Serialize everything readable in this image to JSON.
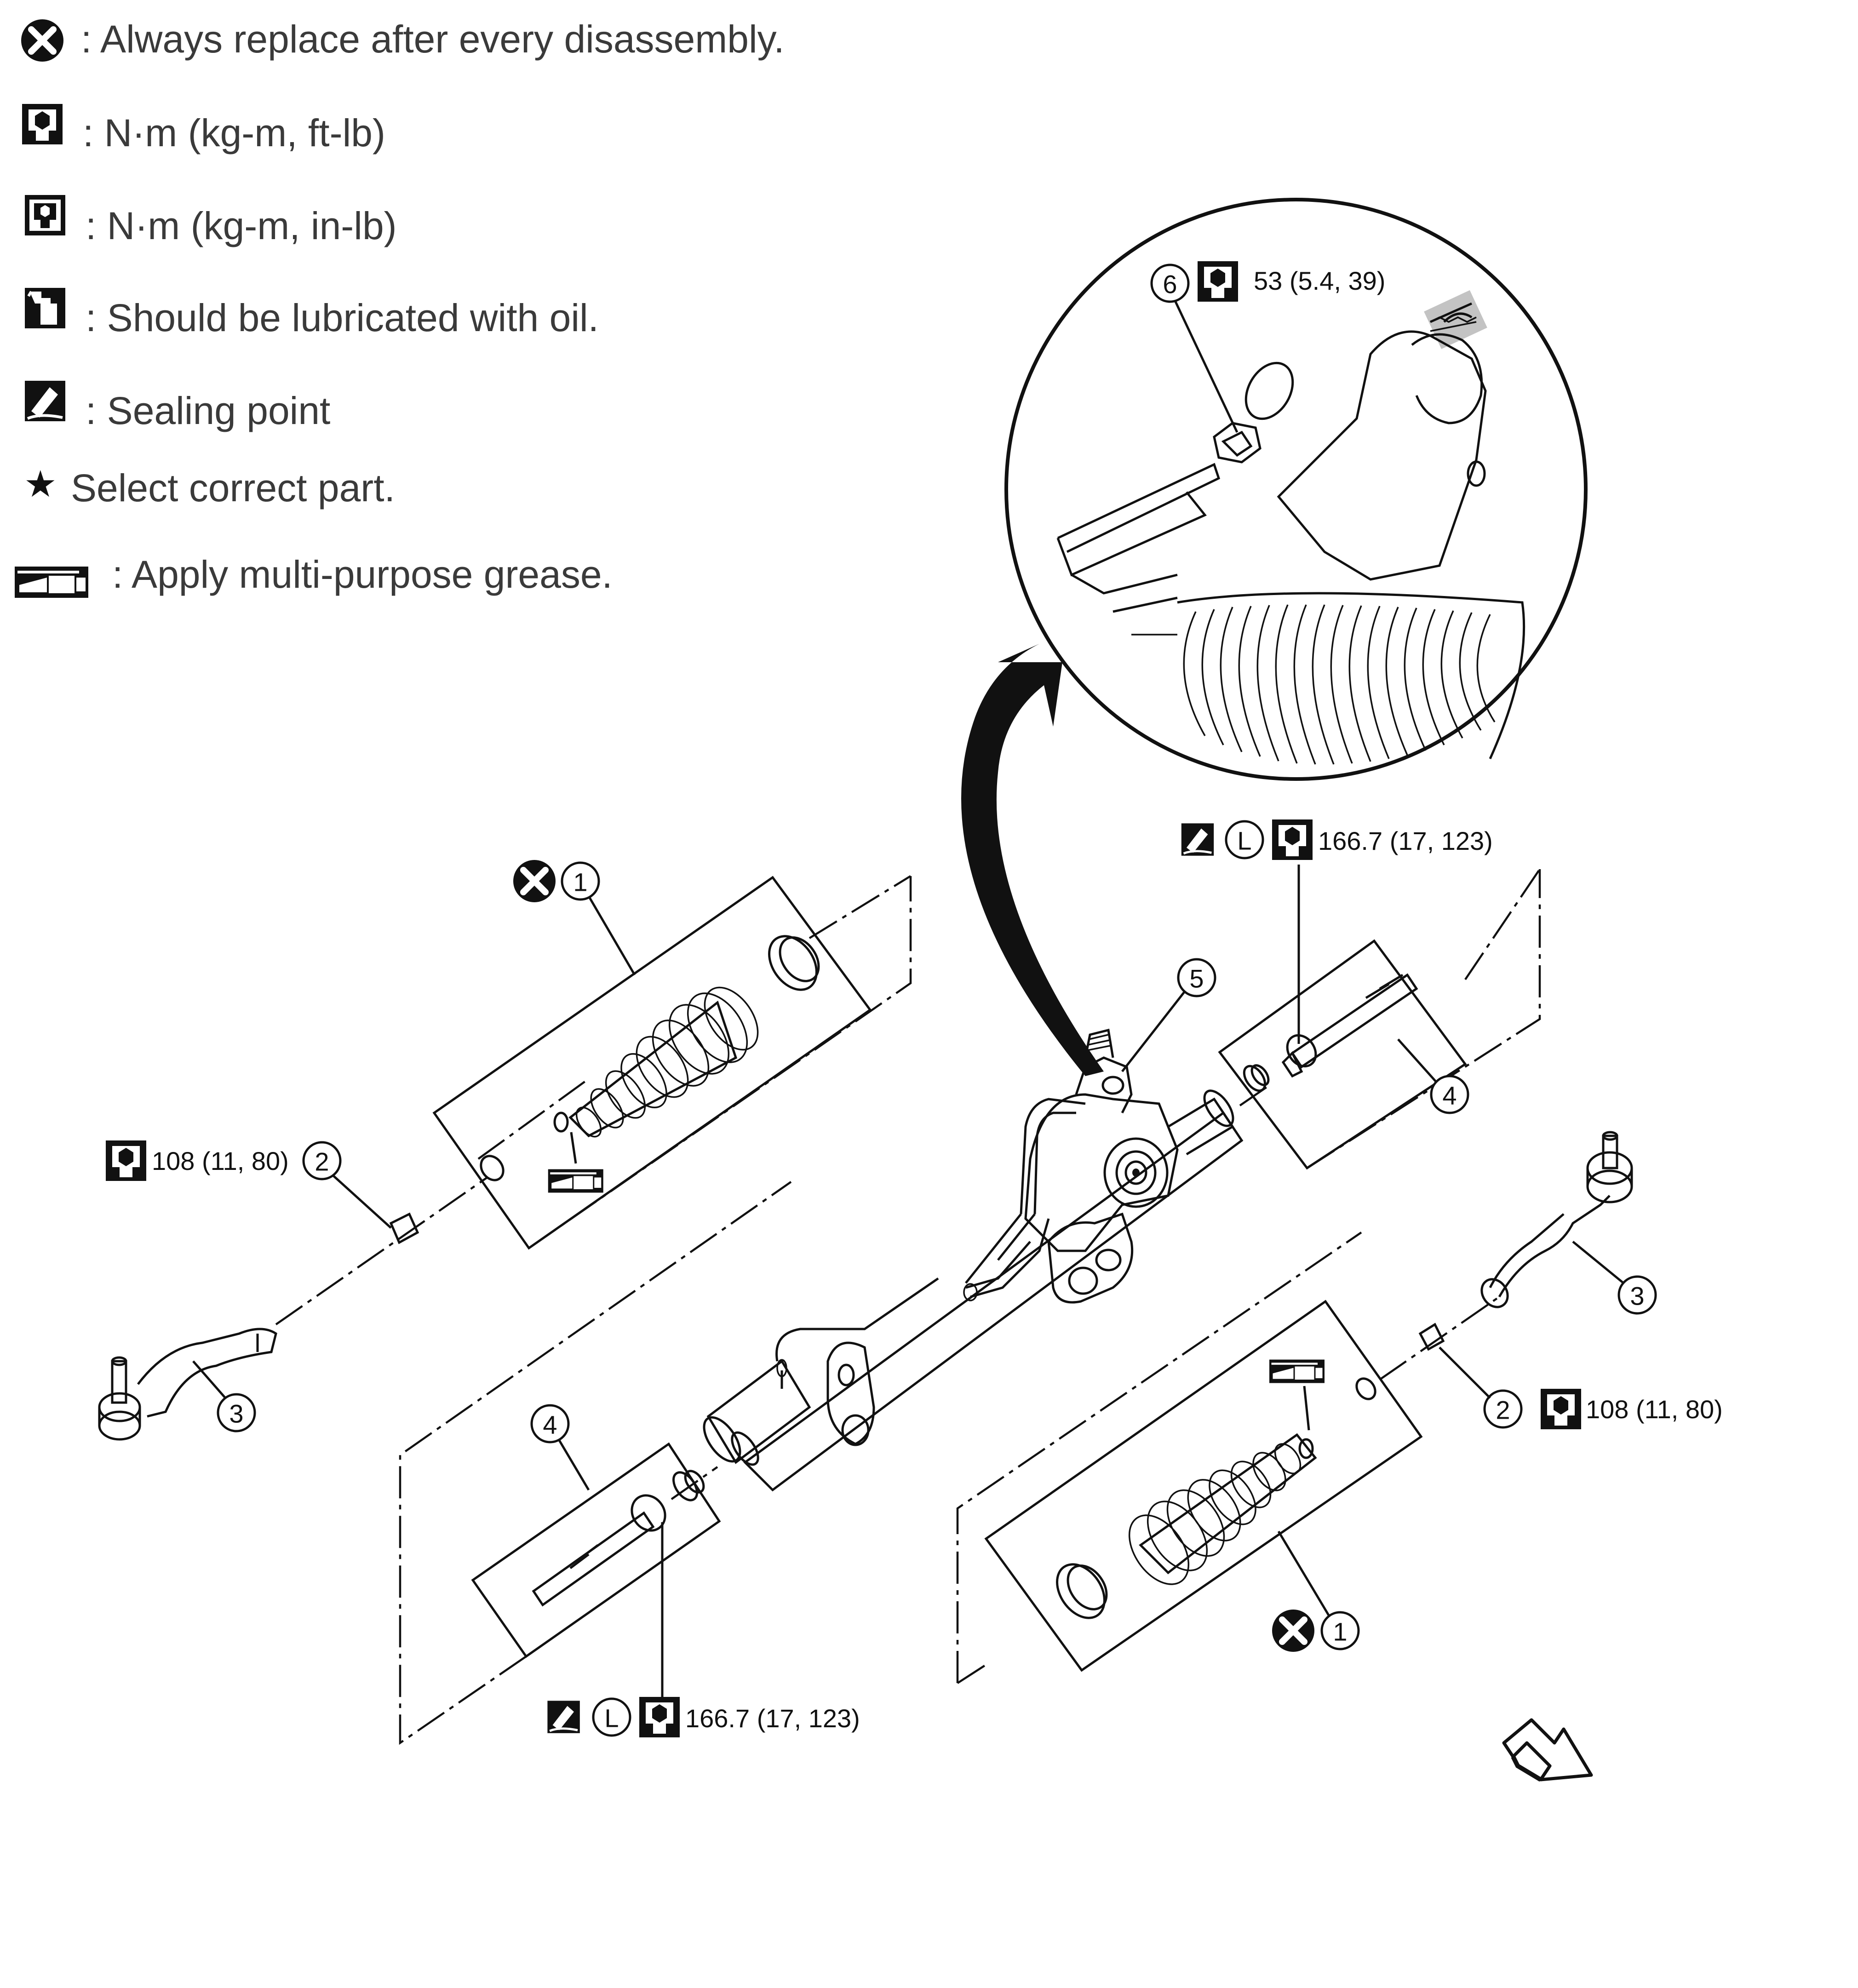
{
  "legend": [
    {
      "icon": "x-circle-icon",
      "text": ": Always replace after every disassembly."
    },
    {
      "icon": "torque-wrench-icon",
      "text": ": N·m (kg-m, ft-lb)"
    },
    {
      "icon": "torque-wrench-small-icon",
      "text": ": N·m (kg-m, in-lb)"
    },
    {
      "icon": "oil-can-icon",
      "text": ": Should be lubricated with oil."
    },
    {
      "icon": "sealant-icon",
      "text": ": Sealing point"
    },
    {
      "icon": "star-icon",
      "text": "Select correct part."
    },
    {
      "icon": "grease-gun-icon",
      "text": ": Apply multi-purpose grease."
    }
  ],
  "legend_star": "★",
  "callouts": {
    "n1a": "1",
    "n1b": "1",
    "n2a": "2",
    "n2b": "2",
    "n3a": "3",
    "n3b": "3",
    "n4a": "4",
    "n4b": "4",
    "n5": "5",
    "n6": "6",
    "L_top": "L",
    "L_bottom": "L"
  },
  "specs": {
    "detail_torque": "53 (5.4, 39)",
    "inner_socket_top": "166.7 (17, 123)",
    "inner_socket_bottom": "166.7 (17, 123)",
    "lock_nut_left": "108 (11, 80)",
    "lock_nut_right": "108 (11, 80)"
  },
  "colors": {
    "ink": "#111111",
    "legend_text": "#3a3a3a",
    "background": "#ffffff"
  }
}
